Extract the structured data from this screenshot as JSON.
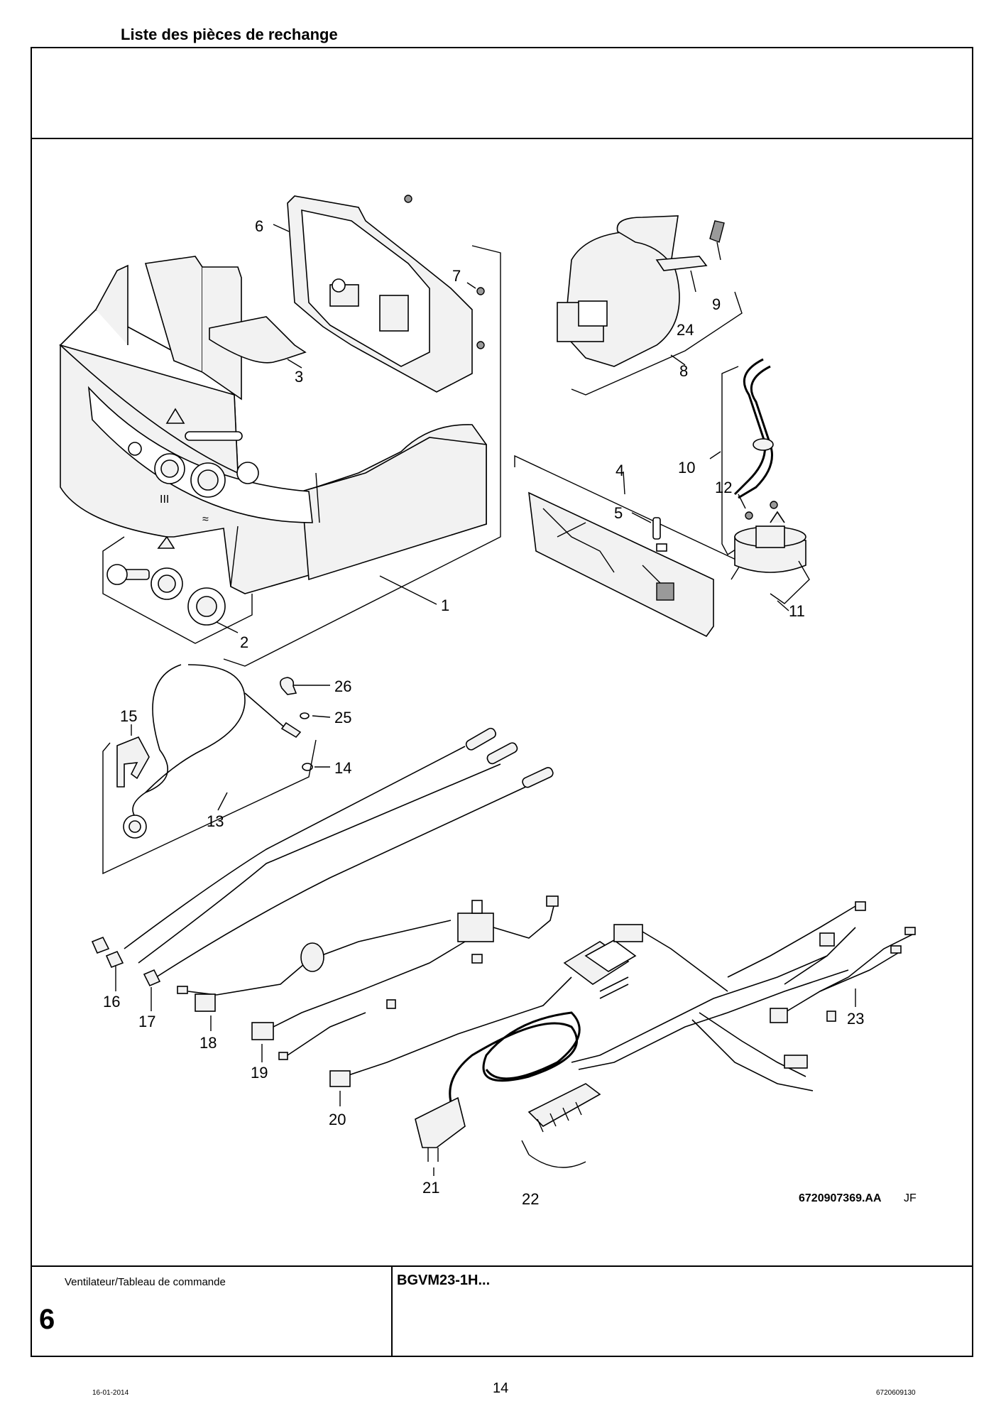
{
  "header": {
    "title": "Liste des pièces de rechange"
  },
  "footer_box": {
    "section_label": "Ventilateur/Tableau de commande",
    "section_number": "6",
    "model": "BGVM23-1H..."
  },
  "diagram": {
    "reference": "6720907369.AA",
    "author": "JF",
    "callouts": [
      "1",
      "2",
      "3",
      "4",
      "5",
      "6",
      "7",
      "8",
      "9",
      "10",
      "11",
      "12",
      "13",
      "14",
      "15",
      "16",
      "17",
      "18",
      "19",
      "20",
      "21",
      "22",
      "23",
      "24",
      "25",
      "26"
    ]
  },
  "page_footer": {
    "date": "16-01-2014",
    "page": "14",
    "doc_number": "6720609130"
  }
}
